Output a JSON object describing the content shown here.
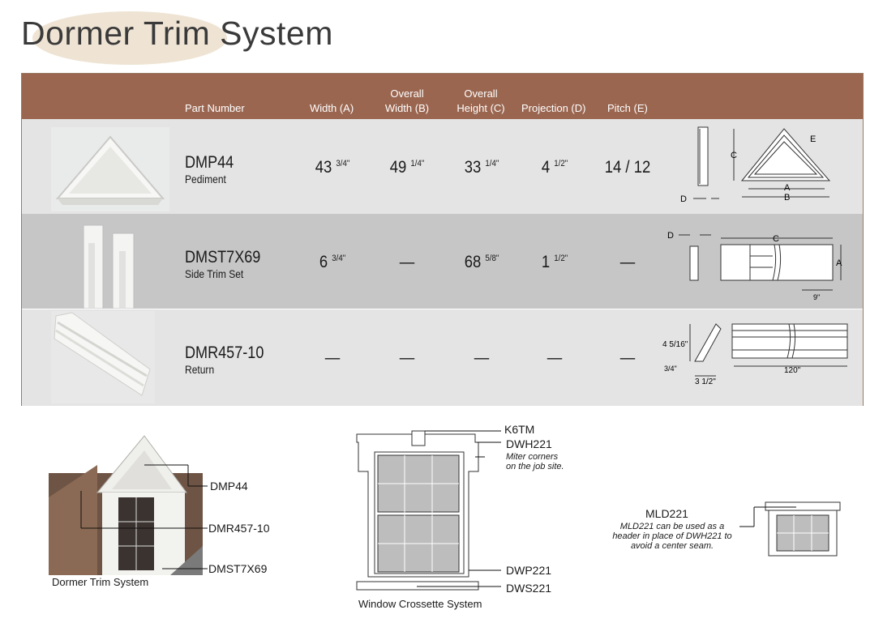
{
  "title": "Dormer Trim System",
  "headers": {
    "part_number": "Part Number",
    "width": "Width (A)",
    "overall_width_1": "Overall",
    "overall_width_2": "Width (B)",
    "overall_height_1": "Overall",
    "overall_height_2": "Height (C)",
    "projection": "Projection (D)",
    "pitch": "Pitch (E)"
  },
  "rows": [
    {
      "code": "DMP44",
      "desc": "Pediment",
      "width_w": "43",
      "width_f": "3/4\"",
      "ow_w": "49",
      "ow_f": "1/4\"",
      "oh_w": "33",
      "oh_f": "1/4\"",
      "proj_w": "4",
      "proj_f": "1/2\"",
      "pitch": "14 / 12"
    },
    {
      "code": "DMST7X69",
      "desc": "Side Trim Set",
      "width_w": "6",
      "width_f": "3/4\"",
      "ow": "—",
      "oh_w": "68",
      "oh_f": "5/8\"",
      "proj_w": "1",
      "proj_f": "1/2\"",
      "pitch": "—"
    },
    {
      "code": "DMR457-10",
      "desc": "Return",
      "width": "—",
      "ow": "—",
      "oh": "—",
      "proj": "—",
      "pitch": "—"
    }
  ],
  "diagram_labels": {
    "r1_c": "C",
    "r1_d": "D",
    "r1_e": "E",
    "r1_a": "A",
    "r1_b": "B",
    "r2_d": "D",
    "r2_c": "C",
    "r2_a": "A",
    "r2_9": "9\"",
    "r3_h": "4 5/16\"",
    "r3_34": "3/4\"",
    "r3_312": "3 1/2\"",
    "r3_120": "120\""
  },
  "bottom": {
    "dormer_labels": [
      "DMP44",
      "DMR457-10",
      "DMST7X69"
    ],
    "dormer_caption": "Dormer Trim System",
    "window_labels": [
      "K6TM",
      "DWH221",
      "DWP221",
      "DWS221"
    ],
    "window_note": [
      "Miter corners",
      "on the job site."
    ],
    "window_caption": "Window Crossette System",
    "mld_title": "MLD221",
    "mld_note": [
      "MLD221 can be used as a",
      "header in place of DWH221 to",
      "avoid a center seam."
    ]
  },
  "colors": {
    "header": "#9a6650",
    "row_light": "#e3e4e3",
    "row_dark": "#c6c6c6"
  }
}
